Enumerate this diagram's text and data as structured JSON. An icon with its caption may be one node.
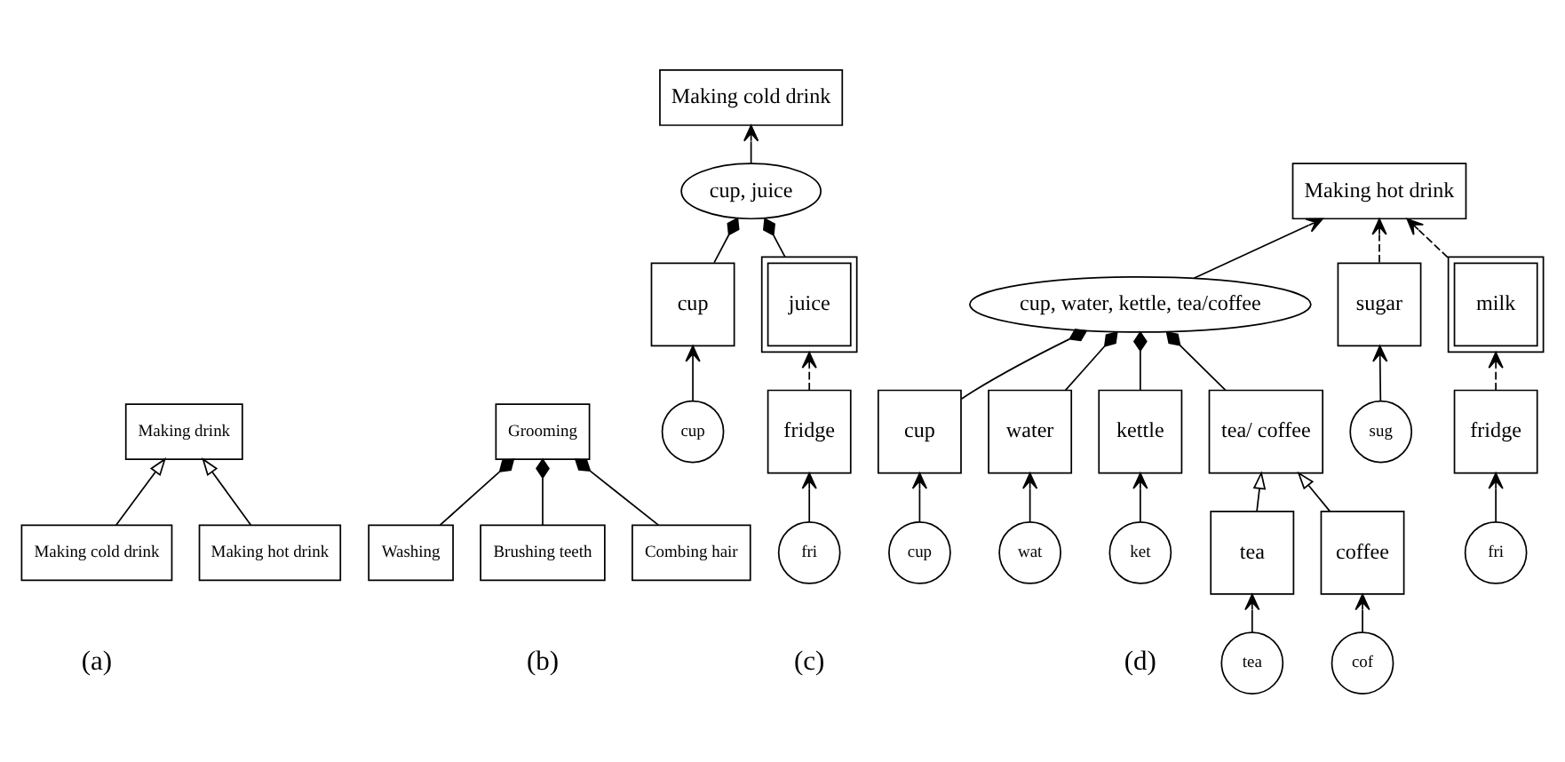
{
  "diagram": {
    "nodes": [
      {
        "text": [
          "Making drink"
        ]
      },
      {
        "text": [
          "Making cold drink"
        ]
      },
      {
        "text": [
          "Making hot drink"
        ]
      },
      {
        "text": [
          "Grooming"
        ]
      },
      {
        "text": [
          "Washing"
        ]
      },
      {
        "text": [
          "Brushing teeth"
        ]
      },
      {
        "text": [
          "Combing hair"
        ]
      },
      {
        "text": [
          "Making cold drink"
        ]
      },
      {
        "text": [
          "cup, juice"
        ]
      },
      {
        "text": [
          "cup"
        ]
      },
      {
        "text": [
          "juice"
        ]
      },
      {
        "text": [
          "milk"
        ]
      },
      {
        "text": [
          "cup"
        ]
      },
      {
        "text": [
          "fridge"
        ]
      },
      {
        "text": [
          "fri"
        ]
      },
      {
        "text": [
          "fridge"
        ]
      },
      {
        "text": [
          "fri"
        ]
      },
      {
        "text": [
          "Making hot drink"
        ]
      },
      {
        "text": [
          "cup, water, kettle, tea/coffee"
        ]
      },
      {
        "text": [
          "cup"
        ]
      },
      {
        "text": [
          "water"
        ]
      },
      {
        "text": [
          "kettle"
        ]
      },
      {
        "text": [
          "tea/ coffee"
        ]
      },
      {
        "text": [
          "sugar"
        ]
      },
      {
        "text": [
          "sug"
        ]
      },
      {
        "text": [
          "cup"
        ]
      },
      {
        "text": [
          "wat"
        ]
      },
      {
        "text": [
          "ket"
        ]
      },
      {
        "text": [
          "tea"
        ]
      },
      {
        "text": [
          "coffee"
        ]
      },
      {
        "text": [
          "tea"
        ]
      },
      {
        "text": [
          "cof"
        ]
      }
    ],
    "edges": [
      {
        "from": 1,
        "to": 0,
        "arrow": "to"
      },
      {
        "from": 2,
        "to": 0,
        "arrow": "to"
      },
      {
        "from": 4,
        "to": 3,
        "arrow": "other"
      },
      {
        "from": 5,
        "to": 3,
        "arrow": "other"
      },
      {
        "from": 6,
        "to": 3,
        "arrow": "other"
      },
      {
        "from": 8,
        "to": 7,
        "arrow": "to"
      },
      {
        "from": 9,
        "to": 8,
        "arrow": "other"
      },
      {
        "from": 10,
        "to": 8,
        "arrow": "other"
      },
      {
        "from": 12,
        "to": 9,
        "arrow": "to"
      },
      {
        "from": 13,
        "to": 10,
        "arrow": "to",
        "style": "dashed"
      },
      {
        "from": 14,
        "to": 13,
        "arrow": "to"
      },
      {
        "from": 15,
        "to": 11,
        "arrow": "to",
        "style": "dashed"
      },
      {
        "from": 16,
        "to": 15,
        "arrow": "to"
      },
      {
        "from": 11,
        "to": 17,
        "arrow": "to",
        "style": "dashed"
      },
      {
        "from": 18,
        "to": 17,
        "arrow": "to"
      },
      {
        "from": 19,
        "to": 18,
        "arrow": "other"
      },
      {
        "from": 20,
        "to": 18,
        "arrow": "other"
      },
      {
        "from": 21,
        "to": 18,
        "arrow": "other"
      },
      {
        "from": 22,
        "to": 18,
        "arrow": "other"
      },
      {
        "from": 23,
        "to": 17,
        "arrow": "to",
        "style": "dashed"
      },
      {
        "from": 24,
        "to": 23,
        "arrow": "to"
      },
      {
        "from": 25,
        "to": 19,
        "arrow": "to"
      },
      {
        "from": 26,
        "to": 20,
        "arrow": "to"
      },
      {
        "from": 27,
        "to": 21,
        "arrow": "to"
      },
      {
        "from": 28,
        "to": 22,
        "arrow": "to"
      },
      {
        "from": 29,
        "to": 22,
        "arrow": "to"
      },
      {
        "from": 30,
        "to": 28,
        "arrow": "to"
      },
      {
        "from": 31,
        "to": 29,
        "arrow": "to"
      }
    ],
    "labels": [
      "(a)",
      "(b)",
      "(c)",
      "(d)"
    ]
  }
}
